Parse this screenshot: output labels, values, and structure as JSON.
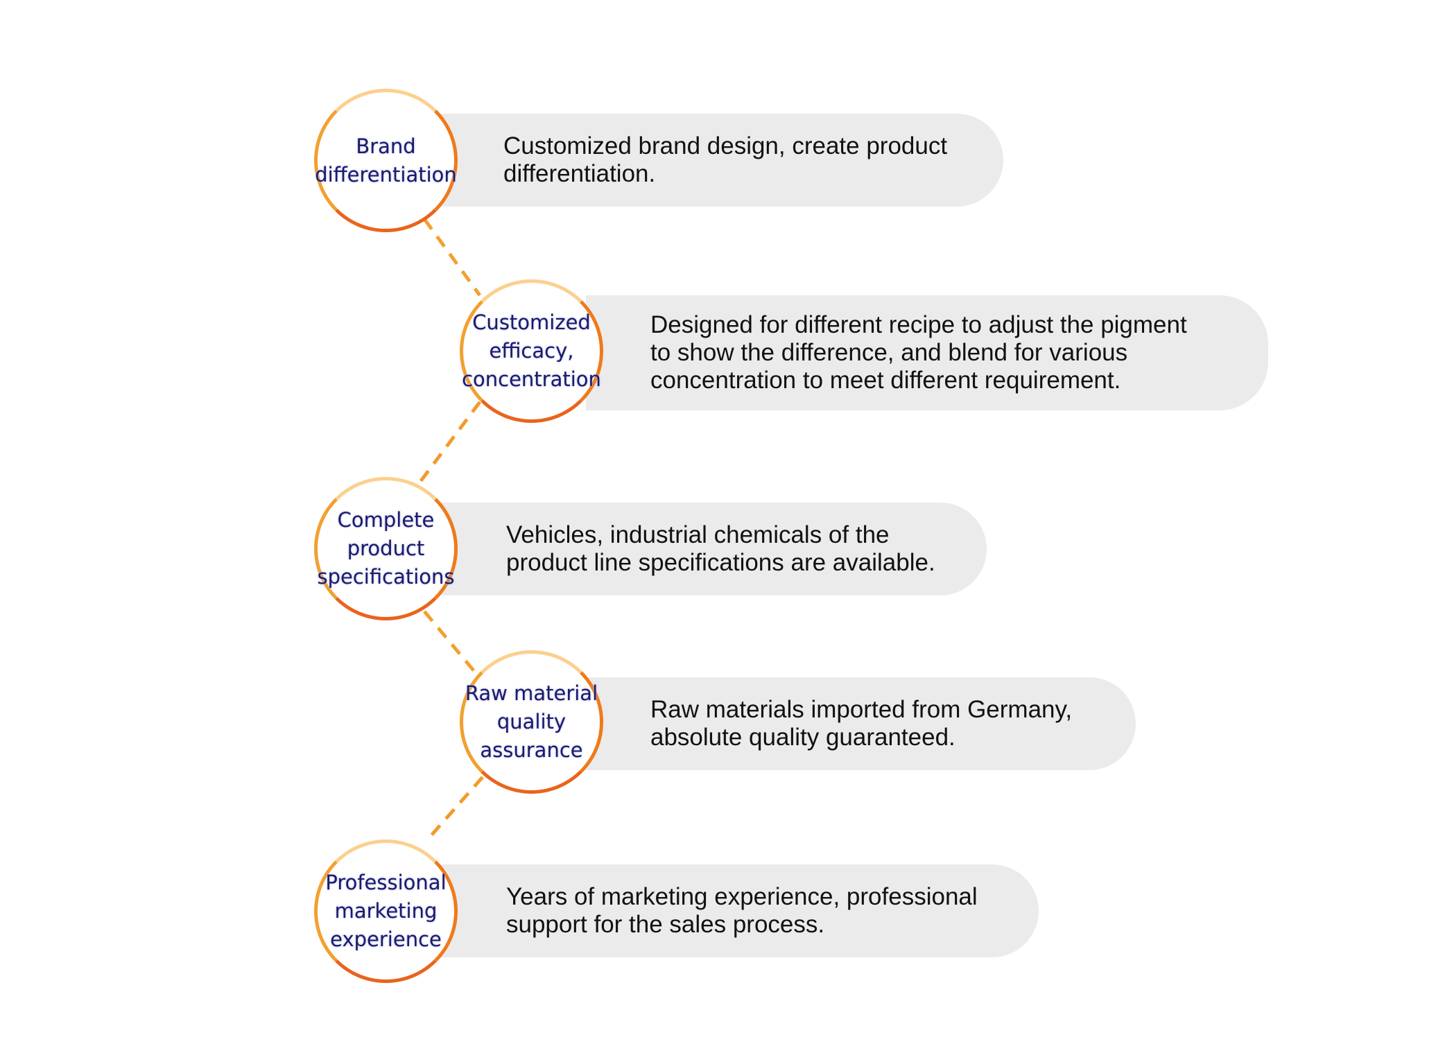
{
  "colors": {
    "connector_orange": "#f08a24",
    "connector_dark_orange": "#e86a1c",
    "pill_background": "#ebebeb",
    "circle_text": "#1a1a6e",
    "body_text": "#111111"
  },
  "steps": [
    {
      "title": "Brand\ndifferentiation",
      "description": "Customized brand design, create product\ndifferentiation."
    },
    {
      "title": "Customized\nefficacy,\nconcentration",
      "description": "Designed for different recipe to adjust the pigment\nto show the difference, and blend for various\nconcentration to meet different requirement."
    },
    {
      "title": "Complete\nproduct\nspecifications",
      "description": "Vehicles, industrial chemicals of the\nproduct line specifications are available."
    },
    {
      "title": "Raw material\nquality\nassurance",
      "description": "Raw materials imported from Germany,\nabsolute quality guaranteed."
    },
    {
      "title": "Professional\nmarketing\nexperience",
      "description": "Years of marketing experience, professional\nsupport for the sales process."
    }
  ]
}
